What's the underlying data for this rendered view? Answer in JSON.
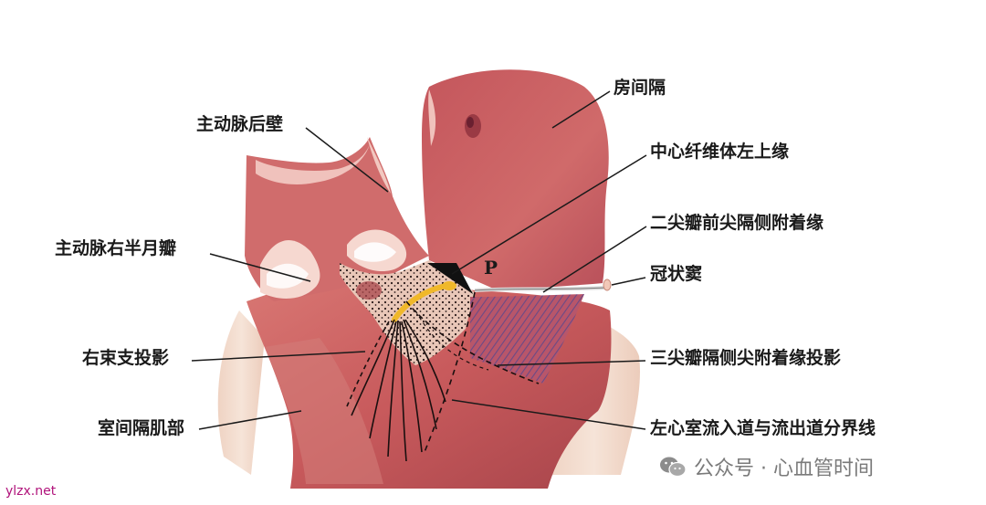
{
  "labels": {
    "atrial_septum": "房间隔",
    "aortic_posterior_wall": "主动脉后壁",
    "central_fibrous_body_upper_left_margin": "中心纤维体左上缘",
    "mitral_anterior_leaflet_septal_attachment": "二尖瓣前尖隔侧附着缘",
    "aortic_right_semilunar_cusp": "主动脉右半月瓣",
    "coronary_sinus": "冠状窦",
    "right_bundle_branch_projection": "右束支投影",
    "tricuspid_septal_leaflet_attachment_projection": "三尖瓣隔侧尖附着缘投影",
    "interventricular_septum_muscular": "室间隔肌部",
    "lv_inflow_outflow_boundary": "左心室流入道与流出道分界线",
    "point_p": "P"
  },
  "watermark": {
    "text": "公众号 · 心血管时间"
  },
  "corner_text": "ylzx.net",
  "colors": {
    "tissue": "#c85a5c",
    "tissue_light": "#e7a3a0",
    "septum_dark": "#b34b55",
    "fat": "#f2d8c9",
    "purple_hatch": "#7a5a8c",
    "yellow_bundle": "#f0b82a"
  }
}
